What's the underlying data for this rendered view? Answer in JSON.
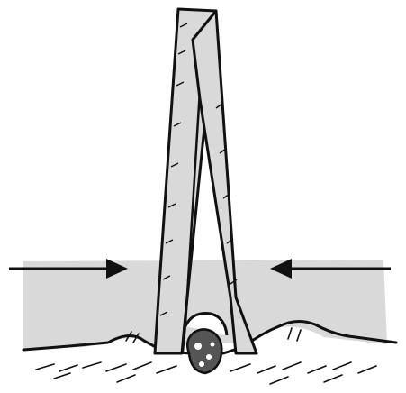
{
  "illustration": {
    "kind": "line-drawing",
    "subject": "forceps-grasping-object-at-surface",
    "arrows": {
      "count": 2
    },
    "ink_color": "#111111",
    "paper_color": "#ffffff",
    "shade_color": "#d9d9d9"
  }
}
